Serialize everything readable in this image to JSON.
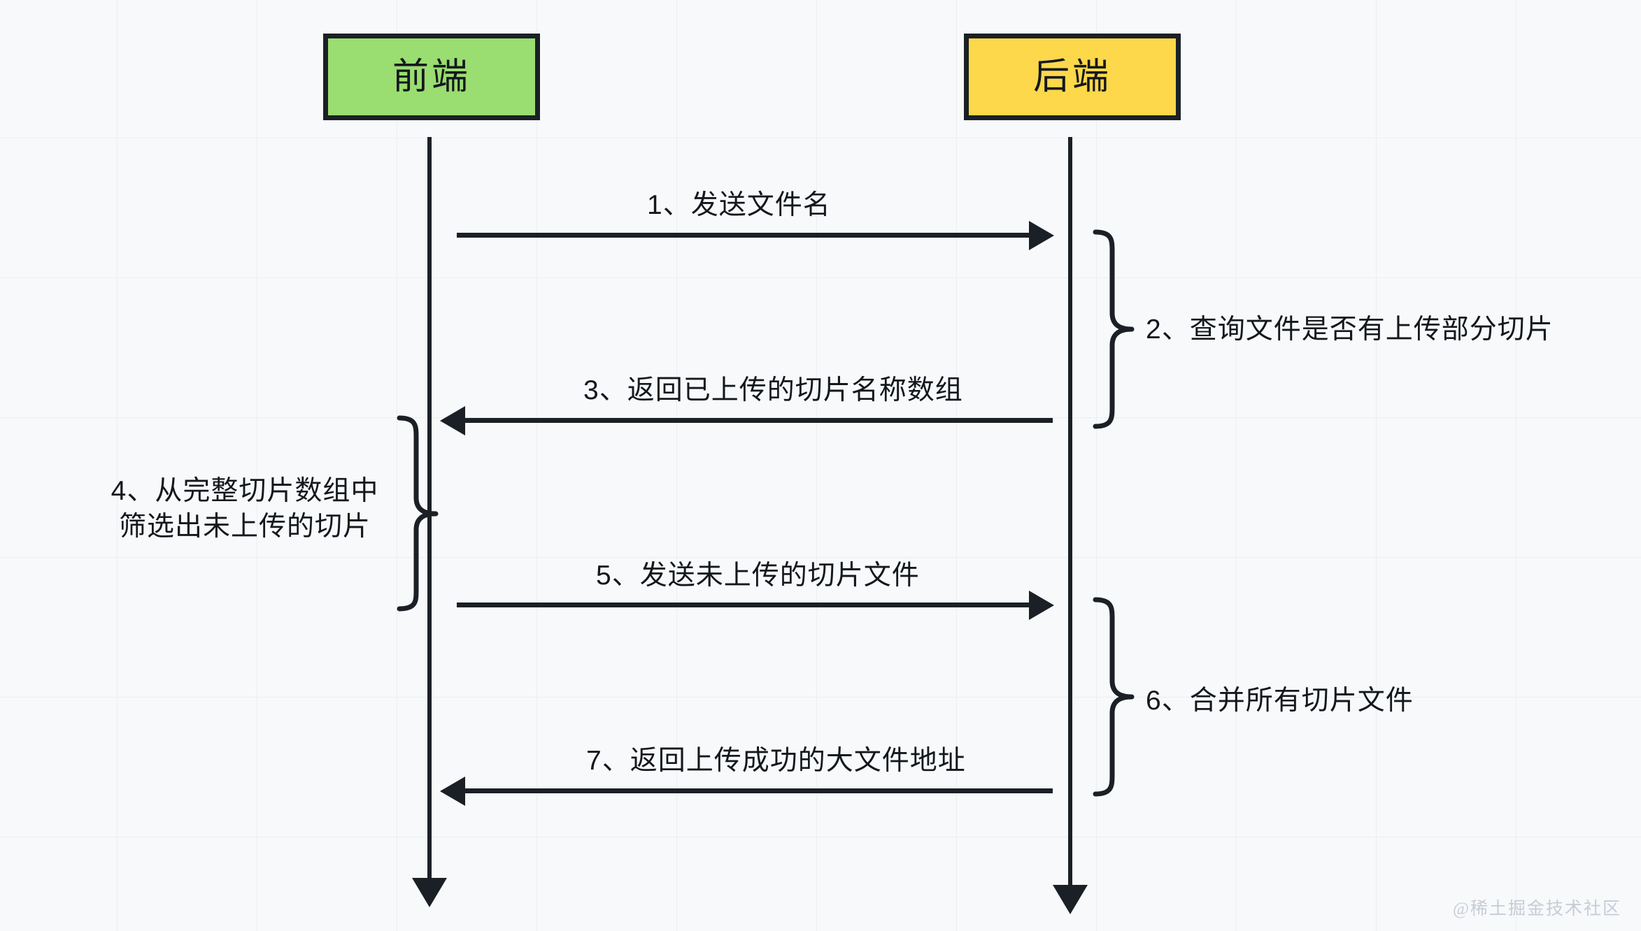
{
  "diagram": {
    "type": "sequence-diagram",
    "title": "",
    "background_color": "#f7f9fb",
    "grid_color": "#eceff2",
    "stroke_color": "#1b2026",
    "participants": [
      {
        "id": "frontend",
        "label": "前端",
        "fill": "#9ADD70",
        "border": "#1b2026"
      },
      {
        "id": "backend",
        "label": "后端",
        "fill": "#FCD84A",
        "border": "#1b2026"
      }
    ],
    "messages": [
      {
        "seq": "1",
        "label": "1、发送文件名",
        "from": "frontend",
        "to": "backend",
        "direction": "right"
      },
      {
        "seq": "3",
        "label": "3、返回已上传的切片名称数组",
        "from": "backend",
        "to": "frontend",
        "direction": "left"
      },
      {
        "seq": "5",
        "label": "5、发送未上传的切片文件",
        "from": "frontend",
        "to": "backend",
        "direction": "right"
      },
      {
        "seq": "7",
        "label": "7、返回上传成功的大文件地址",
        "from": "backend",
        "to": "frontend",
        "direction": "left"
      }
    ],
    "notes": [
      {
        "seq": "2",
        "label": "2、查询文件是否有上传部分切片",
        "side": "backend",
        "brace": "right-facing"
      },
      {
        "seq": "4",
        "line1": "4、从完整切片数组中",
        "line2": "筛选出未上传的切片",
        "side": "frontend",
        "brace": "right-facing"
      },
      {
        "seq": "6",
        "label": "6、合并所有切片文件",
        "side": "backend",
        "brace": "right-facing"
      }
    ],
    "watermark": "@稀土掘金技术社区"
  }
}
